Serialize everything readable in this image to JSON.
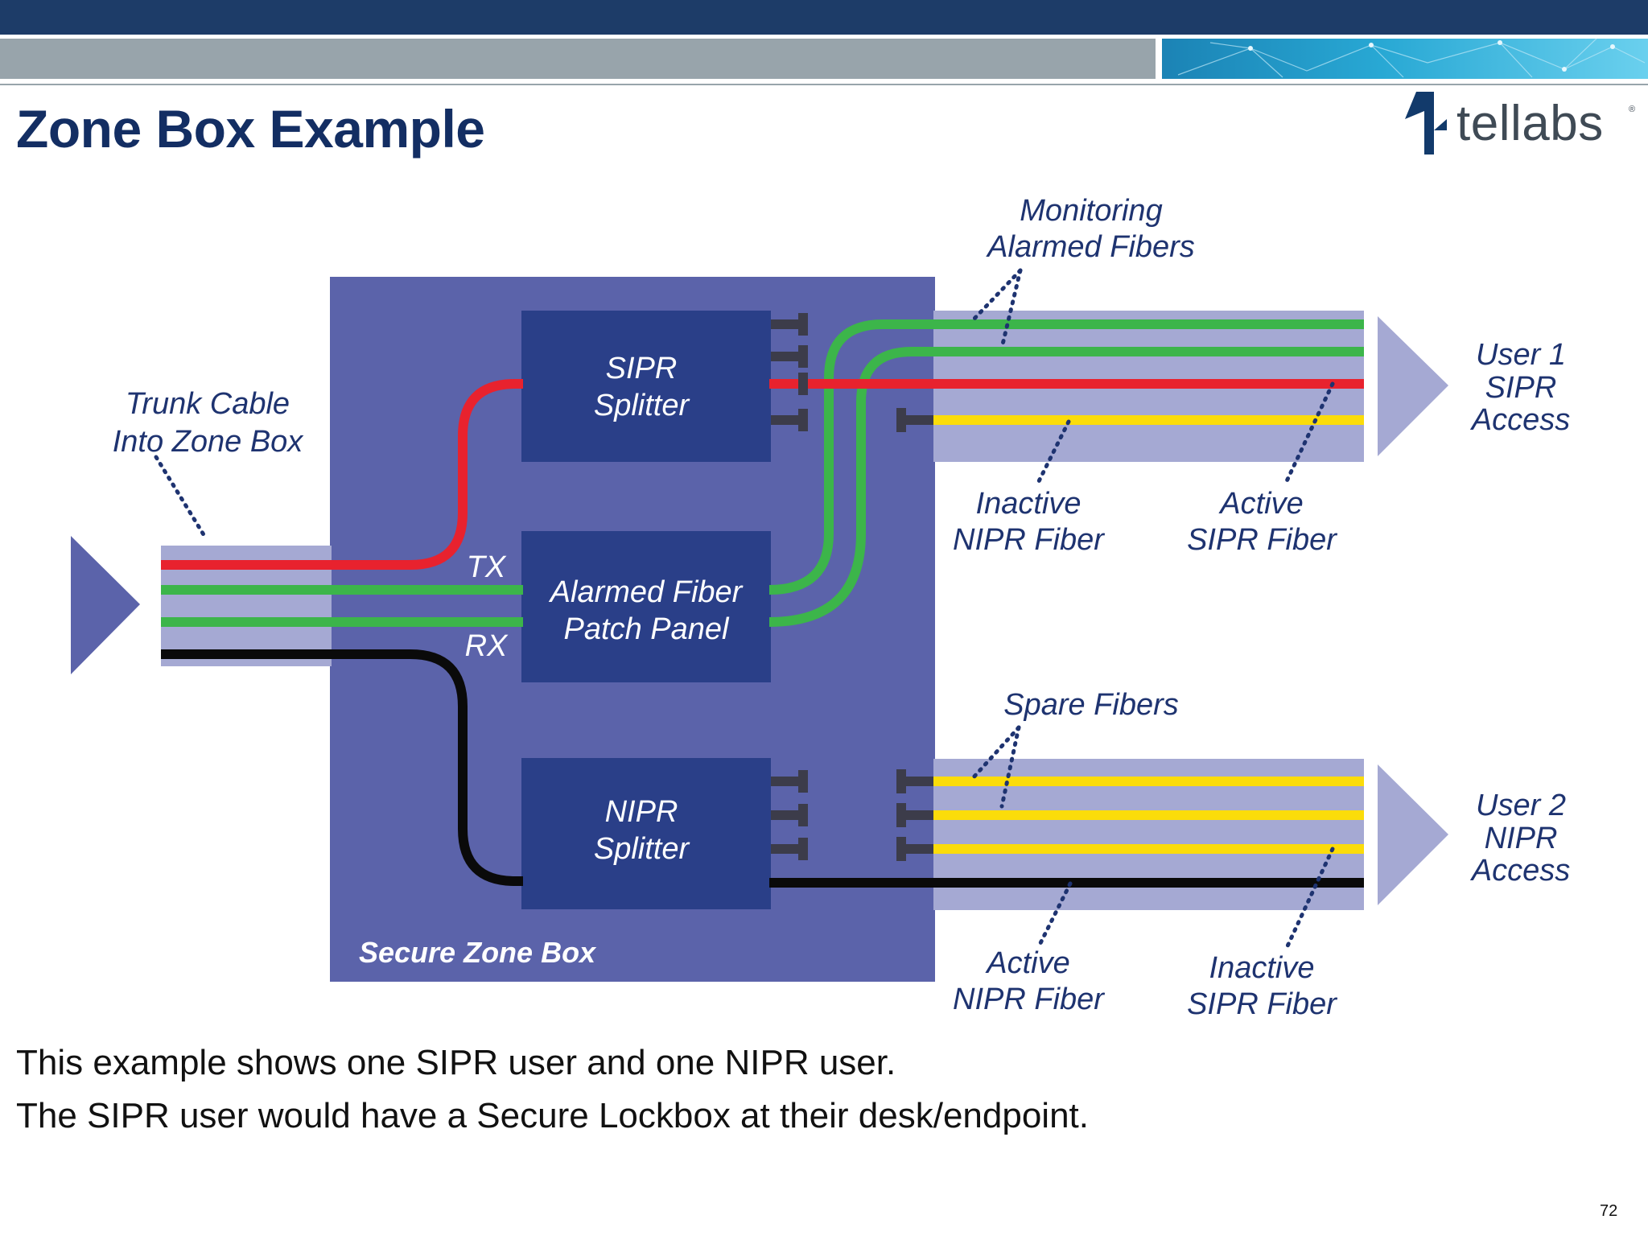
{
  "slide": {
    "title": "Zone Box Example",
    "logo_text": "tellabs",
    "body_lines": [
      "This example shows one SIPR user and one NIPR user.",
      "The SIPR user would have a Secure Lockbox at their desk/endpoint."
    ],
    "page_number": "72"
  },
  "diagram": {
    "zone_box_label": "Secure Zone Box",
    "sipr_splitter": [
      "SIPR",
      "Splitter"
    ],
    "patch_panel": [
      "Alarmed Fiber",
      "Patch Panel"
    ],
    "nipr_splitter": [
      "NIPR",
      "Splitter"
    ],
    "tx_label": "TX",
    "rx_label": "RX",
    "trunk_cable": [
      "Trunk Cable",
      "Into Zone Box"
    ],
    "monitoring": [
      "Monitoring",
      "Alarmed Fibers"
    ],
    "inactive_nipr_fiber": [
      "Inactive",
      "NIPR Fiber"
    ],
    "active_sipr_fiber": [
      "Active",
      "SIPR Fiber"
    ],
    "spare_fibers": "Spare Fibers",
    "active_nipr_fiber": [
      "Active",
      "NIPR Fiber"
    ],
    "inactive_sipr_fiber": [
      "Inactive",
      "SIPR Fiber"
    ],
    "user1": [
      "User 1",
      "SIPR",
      "Access"
    ],
    "user2": [
      "User 2",
      "NIPR",
      "Access"
    ]
  },
  "colors": {
    "title": "#132e63",
    "zone_box": "#5b63aa",
    "component_box": "#2a3f88",
    "cable_bundle": "#a5a9d3",
    "arrow": "#a5a9d3",
    "sipr_fiber": "#e8222e",
    "alarm_fiber": "#3cb54a",
    "nipr_fiber": "#0a0a0a",
    "spare_fiber": "#fbdc0a",
    "label_text": "#1e3370"
  }
}
